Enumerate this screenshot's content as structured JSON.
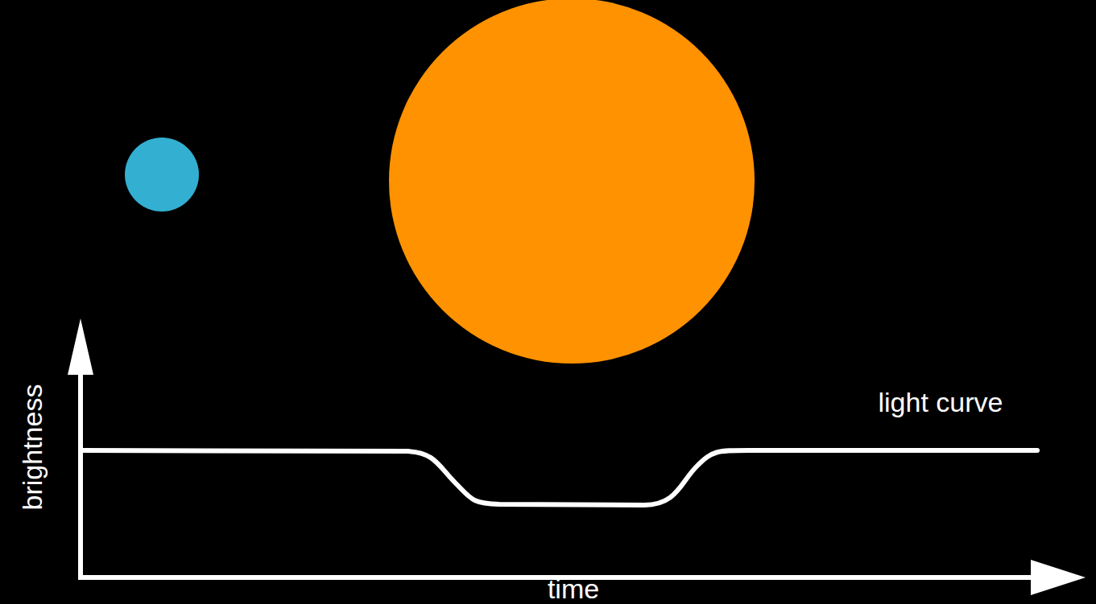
{
  "diagram": {
    "labels": [
      "brightness",
      "light curve",
      "time"
    ]
  }
}
